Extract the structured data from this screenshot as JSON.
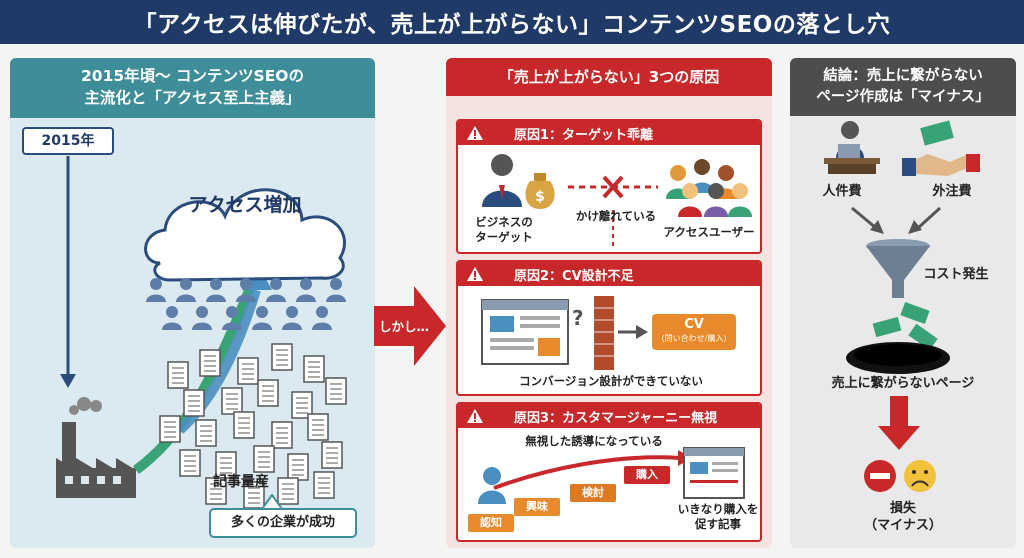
{
  "banner": {
    "title": "「アクセスは伸びたが、売上が上がらない」コンテンツSEOの落とし穴"
  },
  "left": {
    "header_line1": "2015年頃〜 コンテンツSEOの",
    "header_line2": "主流化と「アクセス至上主義」",
    "year_box": "2015年",
    "cloud_text": "アクセス増加",
    "docs_label": "記事量産",
    "bubble": "多くの企業が成功"
  },
  "arrow": {
    "label": "しかし…"
  },
  "middle": {
    "header": "「売上が上がらない」3つの原因",
    "cause1": {
      "title": "原因1：ターゲット乖離",
      "business_label_1": "ビジネスの",
      "business_label_2": "ターゲット",
      "gap_label": "かけ離れている",
      "users_label": "アクセスユーザー"
    },
    "cause2": {
      "title": "原因2：CV設計不足",
      "question": "?",
      "cv_title": "CV",
      "cv_sub": "(問い合わせ/購入)",
      "caption": "コンバージョン設計ができていない"
    },
    "cause3": {
      "title": "原因3：カスタマージャーニー無視",
      "induction": "無視した誘導になっている",
      "steps": [
        "認知",
        "興味",
        "検討",
        "購入"
      ],
      "article_1": "いきなり購入を",
      "article_2": "促す記事"
    }
  },
  "right": {
    "header_line1": "結論：売上に繋がらない",
    "header_line2": "ページ作成は「マイナス」",
    "labor": "人件費",
    "outsource": "外注費",
    "cost": "コスト発生",
    "hole": "売上に繋がらないページ",
    "loss": "損失",
    "minus": "（マイナス）"
  },
  "colors": {
    "navy": "#1f3a66",
    "teal": "#3d8e99",
    "red": "#c8282a",
    "dark": "#4d4d4d",
    "orange": "#e8892c"
  }
}
